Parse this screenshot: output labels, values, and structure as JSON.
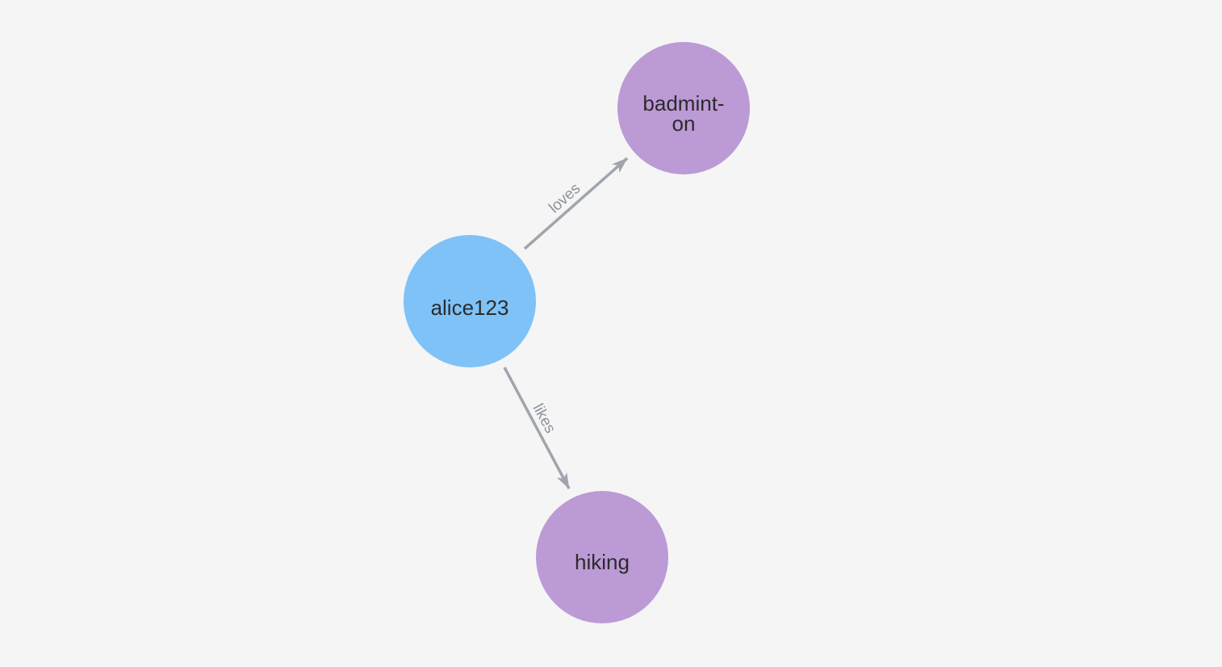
{
  "canvas": {
    "background_color": "#f4f5f4"
  },
  "graph": {
    "nodes": [
      {
        "id": "alice123",
        "label": "alice123",
        "lines": [
          "alice123"
        ],
        "color": "#7ec2f8",
        "text_color": "#2b2b2b"
      },
      {
        "id": "badminton",
        "label": "badminton",
        "lines": [
          "badmint-",
          "on"
        ],
        "color": "#bc9ad5",
        "text_color": "#2b2b2b"
      },
      {
        "id": "hiking",
        "label": "hiking",
        "lines": [
          "hiking"
        ],
        "color": "#bc9ad5",
        "text_color": "#2b2b2b"
      }
    ],
    "edges": [
      {
        "from": "alice123",
        "to": "badminton",
        "label": "loves",
        "color": "#a0a4ad"
      },
      {
        "from": "alice123",
        "to": "hiking",
        "label": "likes",
        "color": "#a0a4ad"
      }
    ],
    "edge_label_color": "#8d919a"
  }
}
